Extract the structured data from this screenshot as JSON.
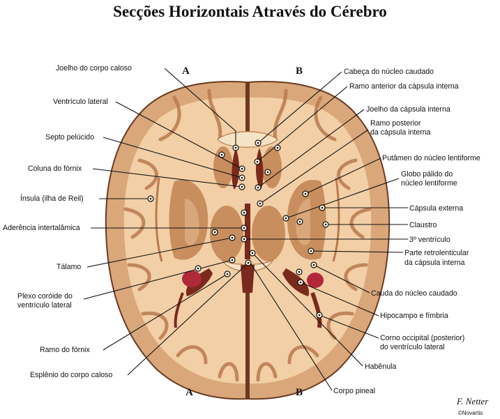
{
  "title": "Secções Horizontais Através do Cérebro",
  "section_labels": {
    "a_top": "A",
    "b_top": "B",
    "a_bottom": "A",
    "b_bottom": "B"
  },
  "labels": [
    {
      "id": "joelho-corpo-caloso",
      "text": "Joelho do corpo caloso"
    },
    {
      "id": "ventriculo-lateral",
      "text": "Ventrículo lateral"
    },
    {
      "id": "septo-pelucido",
      "text": "Septo pelúcido"
    },
    {
      "id": "coluna-fornix",
      "text": "Coluna do fórnix"
    },
    {
      "id": "insula",
      "text": "Ínsula (ilha de Reil)"
    },
    {
      "id": "aderencia-intertalamica",
      "text": "Aderência intertalâmica"
    },
    {
      "id": "talamo",
      "text": "Tálamo"
    },
    {
      "id": "plexo-coroide-1",
      "text": "Plexo coróide do"
    },
    {
      "id": "plexo-coroide-2",
      "text": "ventrículo lateral"
    },
    {
      "id": "ramo-fornix",
      "text": "Ramo do fórnix"
    },
    {
      "id": "esplenio",
      "text": "Esplênio do corpo caloso"
    },
    {
      "id": "cabeca-nucleo-caudado",
      "text": "Cabeça do núcleo caudado"
    },
    {
      "id": "ramo-anterior-capsula",
      "text": "Ramo anterior da cápsula interna"
    },
    {
      "id": "joelho-capsula",
      "text": "Joelho da cápsula interna"
    },
    {
      "id": "ramo-posterior-1",
      "text": "Ramo posterior"
    },
    {
      "id": "ramo-posterior-2",
      "text": "da cápsula interna"
    },
    {
      "id": "putamen",
      "text": "Putâmen do núcleo lentiforme"
    },
    {
      "id": "globo-palido-1",
      "text": "Globo pálido do"
    },
    {
      "id": "globo-palido-2",
      "text": "núcleo lentiforme"
    },
    {
      "id": "capsula-externa",
      "text": "Cápsula externa"
    },
    {
      "id": "claustro",
      "text": "Claustro"
    },
    {
      "id": "terceiro-ventriculo",
      "text": "3º ventrículo"
    },
    {
      "id": "parte-retro-1",
      "text": "Parte retrolenticular"
    },
    {
      "id": "parte-retro-2",
      "text": "da cápsula interna"
    },
    {
      "id": "cauda-nucleo-caudado",
      "text": "Cauda do núcleo caudado"
    },
    {
      "id": "hipocampo",
      "text": "Hipocampo e fímbria"
    },
    {
      "id": "corno-occipital-1",
      "text": "Corno occipital (posterior)"
    },
    {
      "id": "corno-occipital-2",
      "text": "do ventrículo lateral"
    },
    {
      "id": "habenula",
      "text": "Habênula"
    },
    {
      "id": "corpo-pineal",
      "text": "Corpo pineal"
    }
  ],
  "signature": {
    "name": "F. Netter",
    "copyright": "©Novartis"
  },
  "colors": {
    "cortex": "#d9a77a",
    "white_matter": "#f2cfa6",
    "deep_gray": "#c98e5e",
    "ventricle": "#7a2a1c",
    "choroid": "#b0283a",
    "outline": "#6b3a22"
  }
}
